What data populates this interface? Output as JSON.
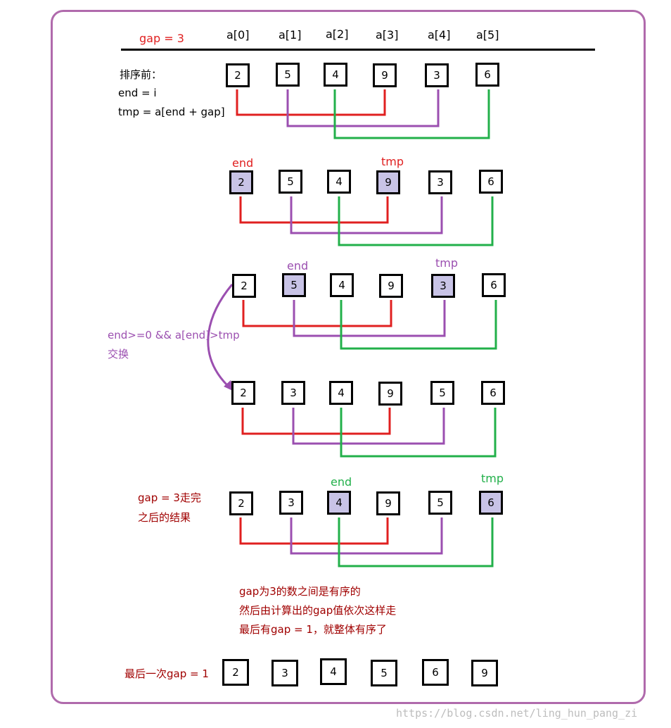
{
  "colors": {
    "red": "#e02020",
    "purple": "#9b4fb0",
    "green": "#22b04a",
    "dark_red": "#a00000",
    "highlight": "#c8c3e6",
    "frame": "#b06aac"
  },
  "header": {
    "gap_label": "gap = 3",
    "indices": [
      "a[0]",
      "a[1]",
      "a[2]",
      "a[3]",
      "a[4]",
      "a[5]"
    ]
  },
  "notes": {
    "before_title": "排序前：",
    "before_end": "end = i",
    "before_tmp": "tmp = a[end + gap]",
    "condition_line1": "end>=0 && a[end]>tmp",
    "condition_line2": "交换",
    "result_line1": "gap = 3走完",
    "result_line2": "之后的结果",
    "summary_line1": "gap为3的数之间是有序的",
    "summary_line2": "然后由计算出的gap值依次这样走",
    "summary_line3": "最后有gap = 1，就整体有序了",
    "final_label": "最后一次gap = 1"
  },
  "pointer_labels": {
    "row2_end": "end",
    "row2_tmp": "tmp",
    "row3_end": "end",
    "row3_tmp": "tmp",
    "row5_end": "end",
    "row5_tmp": "tmp"
  },
  "rows": [
    {
      "id": "row1",
      "values": [
        "2",
        "5",
        "4",
        "9",
        "3",
        "6"
      ],
      "highlight": []
    },
    {
      "id": "row2",
      "values": [
        "2",
        "5",
        "4",
        "9",
        "3",
        "6"
      ],
      "highlight": [
        0,
        3
      ]
    },
    {
      "id": "row3",
      "values": [
        "2",
        "5",
        "4",
        "9",
        "3",
        "6"
      ],
      "highlight": [
        1,
        4
      ]
    },
    {
      "id": "row4",
      "values": [
        "2",
        "3",
        "4",
        "9",
        "5",
        "6"
      ],
      "highlight": []
    },
    {
      "id": "row5",
      "values": [
        "2",
        "3",
        "4",
        "9",
        "5",
        "6"
      ],
      "highlight": [
        2,
        5
      ]
    },
    {
      "id": "row6",
      "values": [
        "2",
        "3",
        "4",
        "5",
        "6",
        "9"
      ],
      "highlight": []
    }
  ],
  "watermark": "https://blog.csdn.net/ling_hun_pang_zi"
}
